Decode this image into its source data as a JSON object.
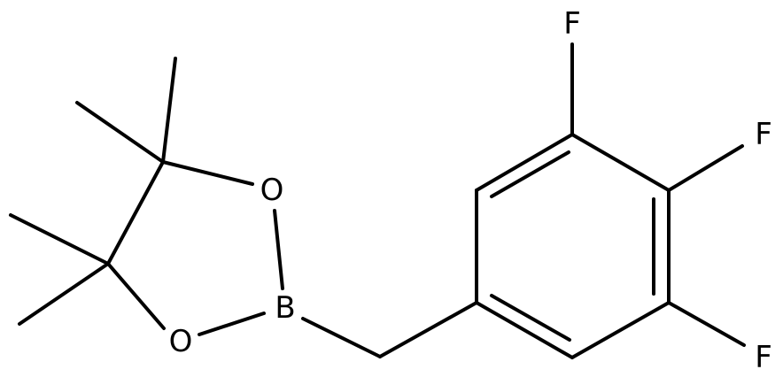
{
  "molecule": {
    "atoms": {
      "oxygen_top": "O",
      "oxygen_bottom": "O",
      "boron": "B",
      "fluorine_top": "F",
      "fluorine_middle": "F",
      "fluorine_bottom": "F"
    },
    "colors": {
      "bond": "#000000",
      "label": "#000000",
      "background": "#ffffff"
    }
  }
}
